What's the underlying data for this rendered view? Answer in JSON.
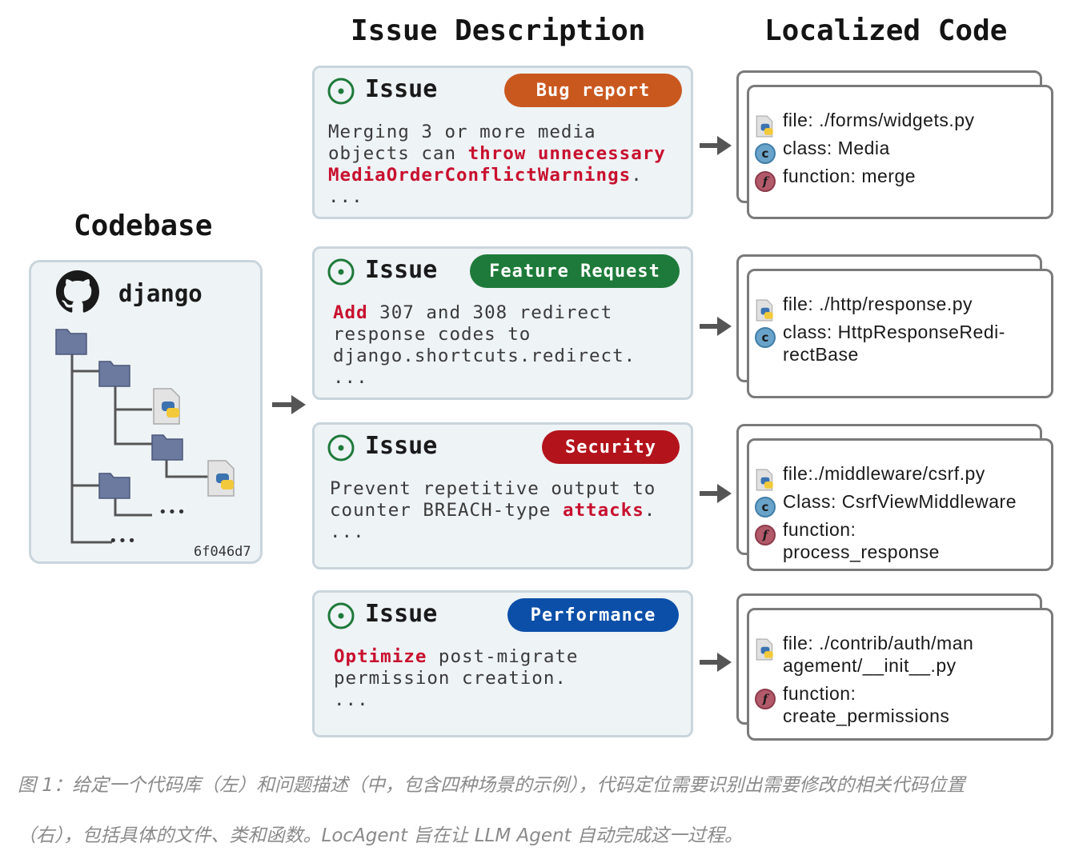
{
  "headings": {
    "issue_description": "Issue Description",
    "localized_code": "Localized Code",
    "codebase": "Codebase"
  },
  "codebase": {
    "repo": "django",
    "commit": "6f046d7",
    "ellipsis_1": "•••",
    "ellipsis_2": "•••"
  },
  "issues": [
    {
      "title": "Issue",
      "tag": "Bug report",
      "tag_color": "#c9581f",
      "segments": [
        {
          "t": "Merging 3 or more media\nobjects can ",
          "hl": false
        },
        {
          "t": "throw unnecessary\nMediaOrderConflictWarnings",
          "hl": true
        },
        {
          "t": ".",
          "hl": false
        }
      ],
      "dots": "..."
    },
    {
      "title": "Issue",
      "tag": "Feature Request",
      "tag_color": "#1e7a3a",
      "segments": [
        {
          "t": "Add",
          "hl": true
        },
        {
          "t": " 307 and 308 redirect\nresponse codes to\ndjango.shortcuts.redirect.",
          "hl": false
        }
      ],
      "dots": "..."
    },
    {
      "title": "Issue",
      "tag": "Security",
      "tag_color": "#b3131b",
      "segments": [
        {
          "t": "Prevent repetitive output to\ncounter BREACH-type ",
          "hl": false
        },
        {
          "t": "attacks",
          "hl": true
        },
        {
          "t": ".",
          "hl": false
        }
      ],
      "dots": "..."
    },
    {
      "title": "Issue",
      "tag": "Performance",
      "tag_color": "#0b4fa8",
      "segments": [
        {
          "t": "Optimize",
          "hl": true
        },
        {
          "t": " post-migrate\npermission creation.",
          "hl": false
        }
      ],
      "dots": "..."
    }
  ],
  "localized": [
    {
      "lines": [
        {
          "icon": "python-file-icon",
          "text": "file: ./forms/widgets.py"
        },
        {
          "icon": "class-icon",
          "text": "class: Media"
        },
        {
          "icon": "function-icon",
          "text": "function: merge"
        }
      ]
    },
    {
      "lines": [
        {
          "icon": "python-file-icon",
          "text": "file: ./http/response.py"
        },
        {
          "icon": "class-icon",
          "text": "class: HttpResponseRedi-\nrectBase"
        }
      ]
    },
    {
      "lines": [
        {
          "icon": "python-file-icon",
          "text": "file:./middleware/csrf.py"
        },
        {
          "icon": "class-icon",
          "text": "Class: CsrfViewMiddleware"
        },
        {
          "icon": "function-icon",
          "text": "function:\nprocess_response"
        }
      ]
    },
    {
      "lines": [
        {
          "icon": "python-file-icon",
          "text": "file: ./contrib/auth/man\nagement/__init__.py"
        },
        {
          "icon": "function-icon",
          "text": "function:\ncreate_permissions"
        }
      ]
    }
  ],
  "icon_glyphs": {
    "class": "c",
    "function": "f"
  },
  "caption": {
    "line1": "图 1：给定一个代码库（左）和问题描述（中，包含四种场景的示例），代码定位需要识别出需要修改的相关代码位置",
    "line2": "（右），包括具体的文件、类和函数。LocAgent 旨在让 LLM Agent 自动完成这一过程。"
  }
}
